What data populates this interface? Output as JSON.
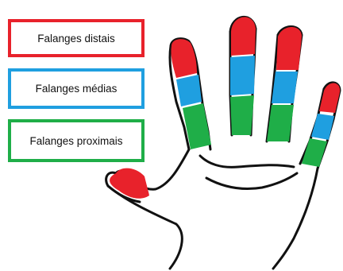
{
  "legend": [
    {
      "label": "Falanges distais",
      "color": "#e8222b"
    },
    {
      "label": "Falanges médias",
      "color": "#1f9fe0"
    },
    {
      "label": "Falanges proximais",
      "color": "#1fae48"
    }
  ],
  "colors": {
    "distal": "#e8222b",
    "media": "#1f9fe0",
    "proximal": "#1fae48",
    "outline": "#111111"
  }
}
